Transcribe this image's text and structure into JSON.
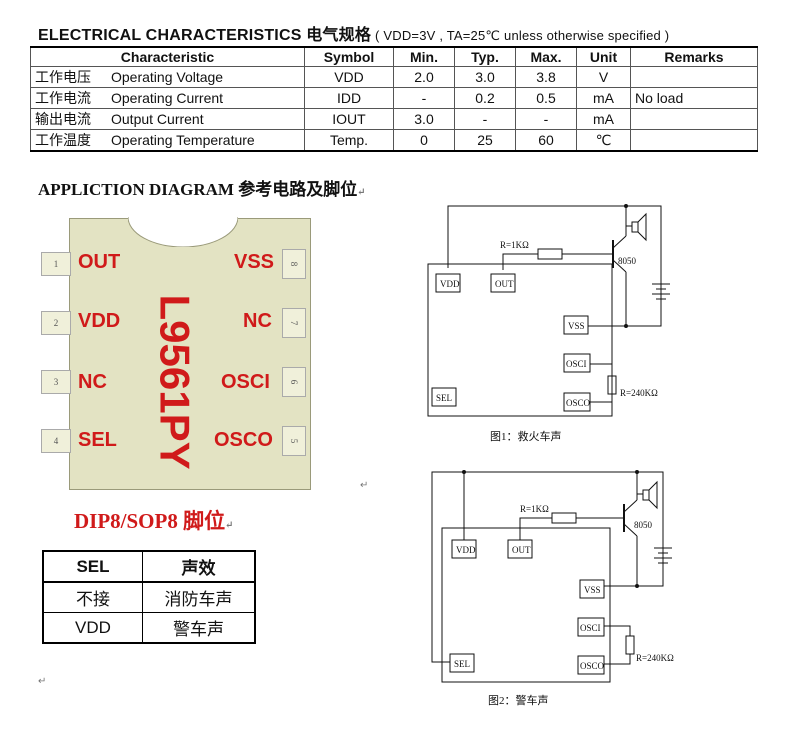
{
  "header": {
    "title": "ELECTRICAL CHARACTERISTICS 电气规格",
    "conditions": "( VDD=3V , TA=25℃ unless otherwise specified )"
  },
  "spec_table": {
    "headers": [
      "Characteristic",
      "Symbol",
      "Min.",
      "Typ.",
      "Max.",
      "Unit",
      "Remarks"
    ],
    "rows": [
      {
        "cn": "工作电压",
        "en": "Operating Voltage",
        "symbol": "VDD",
        "min": "2.0",
        "typ": "3.0",
        "max": "3.8",
        "unit": "V",
        "remarks": ""
      },
      {
        "cn": "工作电流",
        "en": "Operating Current",
        "symbol": "IDD",
        "min": "-",
        "typ": "0.2",
        "max": "0.5",
        "unit": "mA",
        "remarks": "No load"
      },
      {
        "cn": "输出电流",
        "en": "Output Current",
        "symbol": "IOUT",
        "min": "3.0",
        "typ": "-",
        "max": "-",
        "unit": "mA",
        "remarks": ""
      },
      {
        "cn": "工作温度",
        "en": "Operating Temperature",
        "symbol": "Temp.",
        "min": "0",
        "typ": "25",
        "max": "60",
        "unit": "℃",
        "remarks": ""
      }
    ]
  },
  "section_title": "APPLICTION DIAGRAM  参考电路及脚位",
  "chip": {
    "name": "L9561PY",
    "left_pins": [
      {
        "num": "1",
        "label": "OUT"
      },
      {
        "num": "2",
        "label": "VDD"
      },
      {
        "num": "3",
        "label": "NC"
      },
      {
        "num": "4",
        "label": "SEL"
      }
    ],
    "right_pins": [
      {
        "num": "8",
        "label": "VSS"
      },
      {
        "num": "7",
        "label": "NC"
      },
      {
        "num": "6",
        "label": "OSCI"
      },
      {
        "num": "5",
        "label": "OSCO"
      }
    ],
    "package": "DIP8/SOP8 脚位"
  },
  "sound_table": {
    "headers": [
      "SEL",
      "声效"
    ],
    "rows": [
      [
        "不接",
        "消防车声"
      ],
      [
        "VDD",
        "警车声"
      ]
    ]
  },
  "circuit1": {
    "caption": "图1：救火车声",
    "resistor_out": "R=1KΩ",
    "resistor_osc": "R=240KΩ",
    "transistor": "8050",
    "pins": {
      "vdd": "VDD",
      "out": "OUT",
      "vss": "VSS",
      "osci": "OSCI",
      "osco": "OSCO",
      "sel": "SEL"
    }
  },
  "circuit2": {
    "caption": "图2：警车声",
    "resistor_out": "R=1KΩ",
    "resistor_osc": "R=240KΩ",
    "transistor": "8050",
    "pins": {
      "vdd": "VDD",
      "out": "OUT",
      "vss": "VSS",
      "osci": "OSCI",
      "osco": "OSCO",
      "sel": "SEL"
    }
  },
  "return_mark": "↵"
}
